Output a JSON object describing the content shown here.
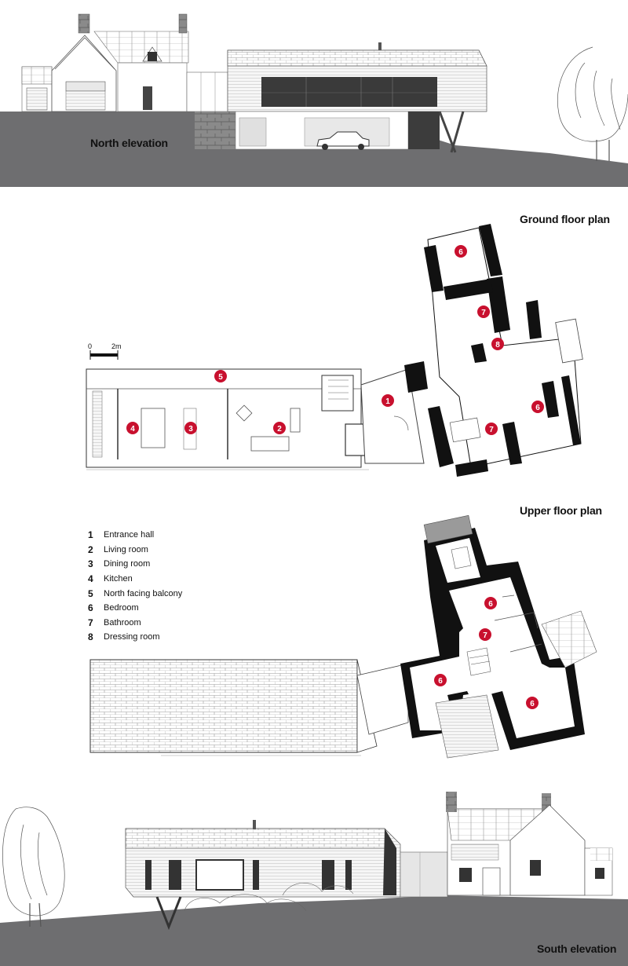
{
  "north_elevation": {
    "title": "North elevation"
  },
  "ground_floor": {
    "title": "Ground floor plan"
  },
  "upper_floor": {
    "title": "Upper floor plan"
  },
  "south_elevation": {
    "title": "South elevation"
  },
  "scale_bar": {
    "start": "0",
    "end": "2m"
  },
  "legend": [
    {
      "num": "1",
      "label": "Entrance hall"
    },
    {
      "num": "2",
      "label": "Living room"
    },
    {
      "num": "3",
      "label": "Dining room"
    },
    {
      "num": "4",
      "label": "Kitchen"
    },
    {
      "num": "5",
      "label": "North facing balcony"
    },
    {
      "num": "6",
      "label": "Bedroom"
    },
    {
      "num": "7",
      "label": "Bathroom"
    },
    {
      "num": "8",
      "label": "Dressing room"
    }
  ],
  "colors": {
    "marker_red": "#c8102e",
    "ground_grey": "#6e6e70",
    "wall_black": "#111111"
  },
  "ground_markers": [
    "5",
    "6",
    "7",
    "8",
    "1",
    "4",
    "3",
    "2",
    "7",
    "6"
  ],
  "upper_markers": [
    "6",
    "7",
    "6",
    "6"
  ]
}
